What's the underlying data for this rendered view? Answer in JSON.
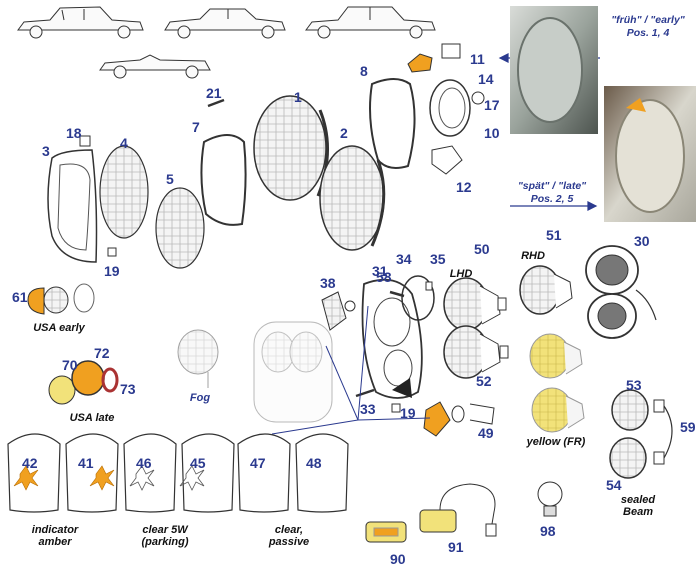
{
  "part_numbers": [
    "1",
    "2",
    "3",
    "4",
    "5",
    "7",
    "8",
    "10",
    "11",
    "12",
    "14",
    "17",
    "18",
    "19",
    "21",
    "30",
    "31",
    "33",
    "34",
    "35",
    "38",
    "41",
    "42",
    "45",
    "46",
    "47",
    "48",
    "49",
    "50",
    "51",
    "52",
    "53",
    "54",
    "58",
    "59",
    "61",
    "70",
    "72",
    "73",
    "90",
    "91",
    "98",
    "19"
  ],
  "labels": {
    "usa_early": "USA early",
    "usa_late": "USA late",
    "fog": "Fog",
    "lhd": "LHD",
    "rhd": "RHD",
    "yellow_fr": "yellow (FR)",
    "sealed_beam_1": "sealed",
    "sealed_beam_2": "Beam",
    "indicator_1": "indicator",
    "indicator_2": "amber",
    "clear5w_1": "clear 5W",
    "clear5w_2": "(parking)",
    "clear_1": "clear,",
    "clear_2": "passive"
  },
  "annotations": {
    "early_line1": "\"früh\" / \"early\"",
    "early_line2": "Pos. 1, 4",
    "late_line1": "\"spät\" / \"late\"",
    "late_line2": "Pos. 2, 5"
  },
  "colors": {
    "number_blue": "#2b3a8f",
    "amber": "#f0a020",
    "yellow_lens": "#f2e27a",
    "line_gray": "#555555"
  },
  "icons": [
    "car-sedan-icon",
    "car-coupe-icon",
    "car-sedan-long-icon",
    "car-convertible-icon",
    "headlight-icon",
    "bulb-icon"
  ]
}
